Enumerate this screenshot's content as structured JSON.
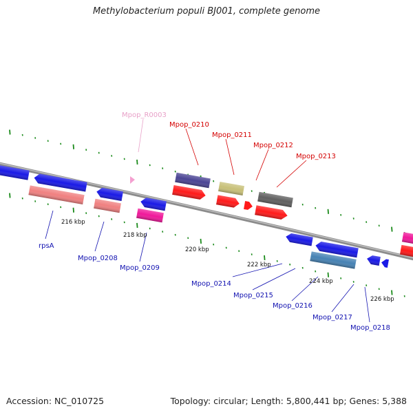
{
  "title": "Methylobacterium populi BJ001, complete genome",
  "footer": {
    "accession": "Accession: NC_010725",
    "summary": "Topology: circular; Length: 5,800,441 bp; Genes: 5,388"
  },
  "colors": {
    "backbone": "#8c8c8c",
    "gene_blue": "#1a1ae6",
    "gene_red": "#ff1a1a",
    "gene_salmon": "#f08080",
    "gene_magenta": "#f0189a",
    "gene_slate": "#4a4494",
    "gene_olive": "#c8c078",
    "gene_gray": "#606060",
    "gene_steel": "#4682b4",
    "trna_pink": "#f4a0d0",
    "tick_green": "#1a8a1a",
    "label_red": "#d40000",
    "label_blue": "#1010b0",
    "label_pink": "#e8a0c8"
  },
  "scale_labels": [
    "216 kbp",
    "218 kbp",
    "220 kbp",
    "222 kbp",
    "224 kbp",
    "226 kbp"
  ],
  "gene_labels": {
    "trna": [
      "Mpop_R0003"
    ],
    "upper": [
      "Mpop_0210",
      "Mpop_0211",
      "Mpop_0212",
      "Mpop_0213"
    ],
    "lower": [
      "rpsA",
      "Mpop_0208",
      "Mpop_0209",
      "Mpop_0214",
      "Mpop_0215",
      "Mpop_0216",
      "Mpop_0217",
      "Mpop_0218"
    ]
  }
}
